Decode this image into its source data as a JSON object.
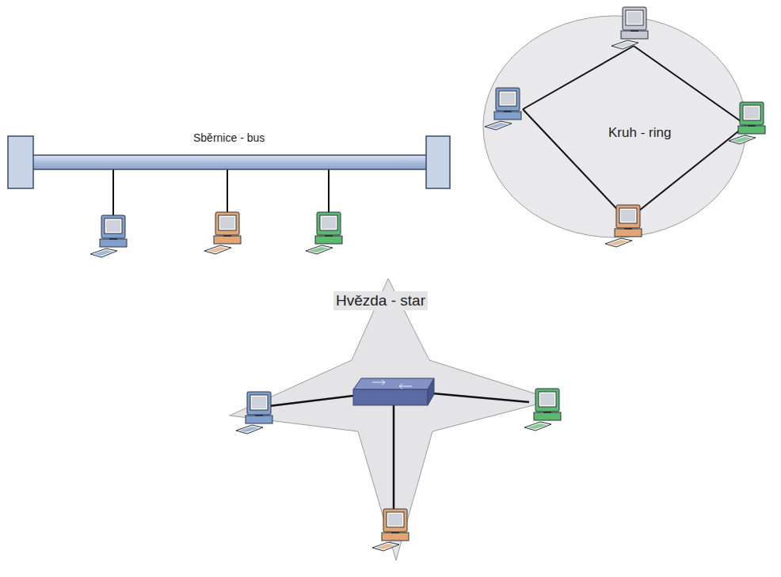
{
  "diagram": {
    "nodes": [
      {
        "text": [
          "Sběrnice - bus"
        ]
      },
      {
        "text": [
          "Kruh - ring"
        ]
      },
      {
        "text": [
          "Hvězda - star"
        ]
      }
    ]
  }
}
